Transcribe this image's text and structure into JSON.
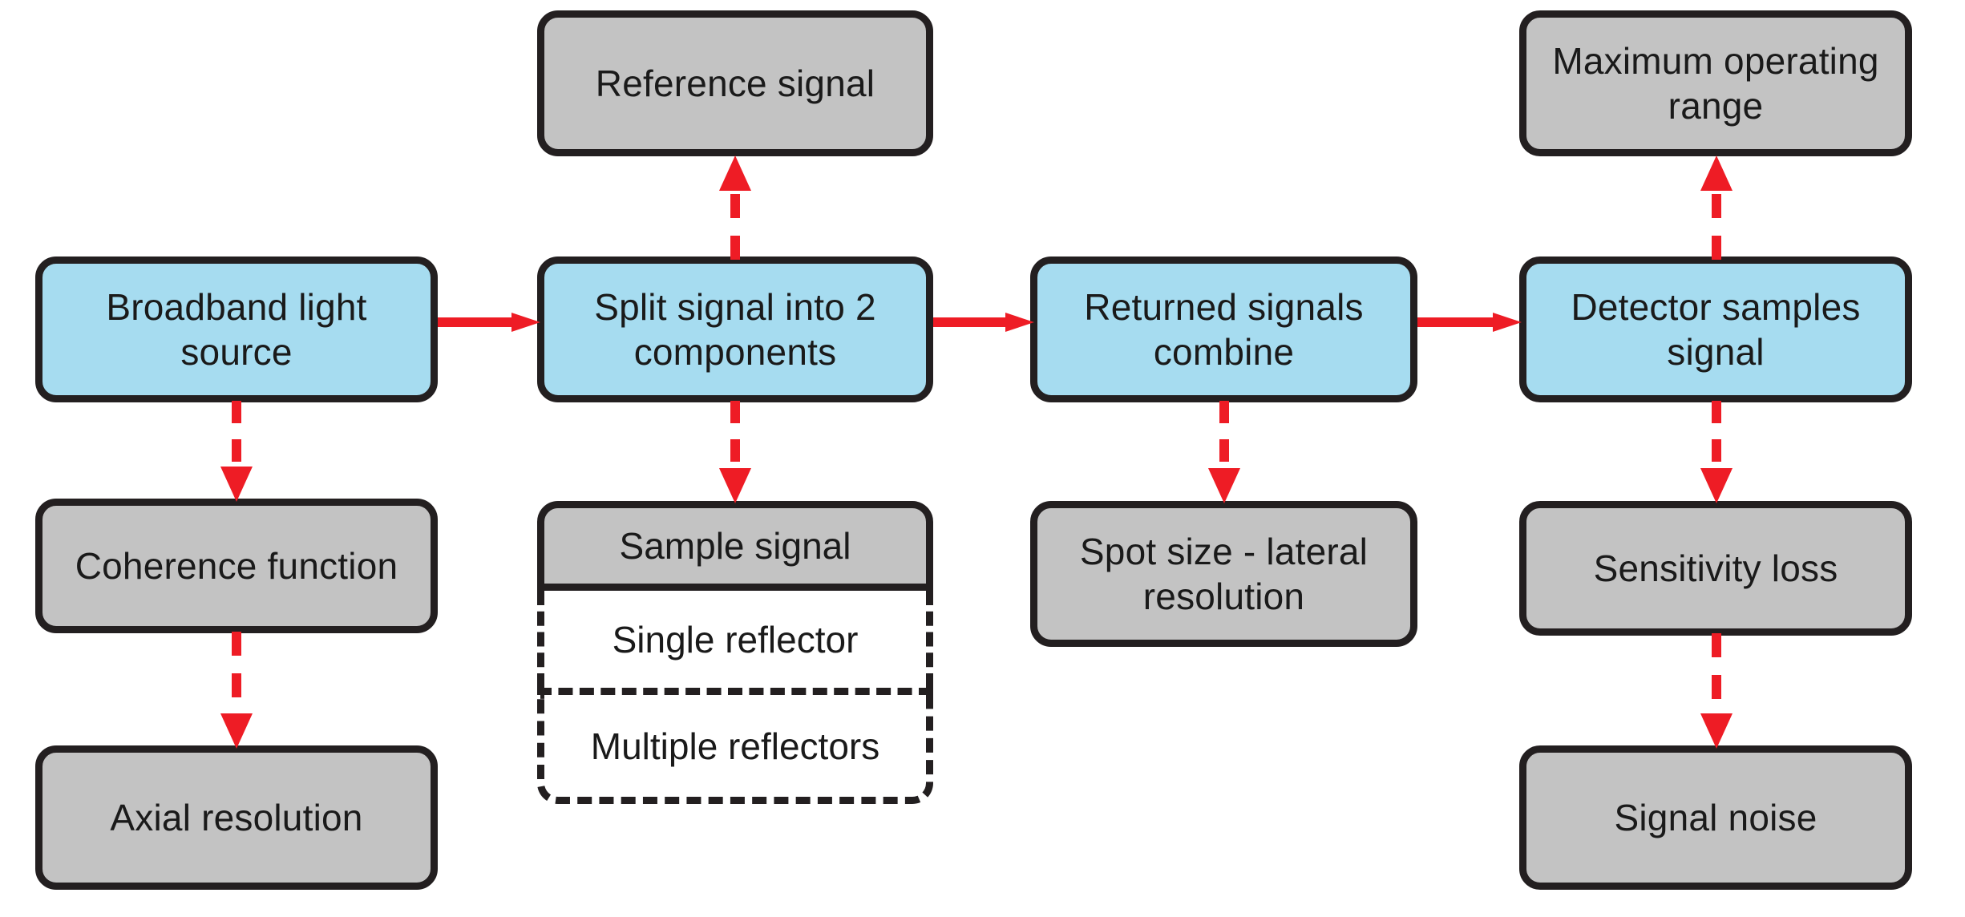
{
  "diagram": {
    "title": "OCT signal pathway flowchart",
    "colors": {
      "process_fill": "#A6DCF0",
      "property_fill": "#C3C3C3",
      "arrow": "#EE1C25",
      "border": "#231F20",
      "background": "#FFFFFF"
    },
    "nodes": {
      "broadband_light_source": "Broadband light source",
      "coherence_function": "Coherence function",
      "axial_resolution": "Axial resolution",
      "reference_signal": "Reference signal",
      "split_signal": "Split signal into 2 components",
      "sample_signal": "Sample signal",
      "single_reflector": "Single reflector",
      "multiple_reflectors": "Multiple reflectors",
      "returned_signals_combine": "Returned signals combine",
      "spot_size_lateral_resolution": "Spot size - lateral resolution",
      "maximum_operating_range": "Maximum operating range",
      "detector_samples_signal": "Detector samples signal",
      "sensitivity_loss": "Sensitivity loss",
      "signal_noise": "Signal noise"
    },
    "edges": [
      {
        "id": "e1",
        "from": "broadband_light_source",
        "to": "split_signal",
        "style": "solid",
        "direction": "right"
      },
      {
        "id": "e2",
        "from": "split_signal",
        "to": "returned_signals_combine",
        "style": "solid",
        "direction": "right"
      },
      {
        "id": "e3",
        "from": "returned_signals_combine",
        "to": "detector_samples_signal",
        "style": "solid",
        "direction": "right"
      },
      {
        "id": "e4",
        "from": "broadband_light_source",
        "to": "coherence_function",
        "style": "dashed",
        "direction": "down"
      },
      {
        "id": "e5",
        "from": "coherence_function",
        "to": "axial_resolution",
        "style": "dashed",
        "direction": "down"
      },
      {
        "id": "e6",
        "from": "split_signal",
        "to": "reference_signal",
        "style": "dashed",
        "direction": "up"
      },
      {
        "id": "e7",
        "from": "split_signal",
        "to": "sample_signal",
        "style": "dashed",
        "direction": "down"
      },
      {
        "id": "e8",
        "from": "returned_signals_combine",
        "to": "spot_size_lateral_resolution",
        "style": "dashed",
        "direction": "down"
      },
      {
        "id": "e9",
        "from": "detector_samples_signal",
        "to": "maximum_operating_range",
        "style": "dashed",
        "direction": "up"
      },
      {
        "id": "e10",
        "from": "detector_samples_signal",
        "to": "sensitivity_loss",
        "style": "dashed",
        "direction": "down"
      },
      {
        "id": "e11",
        "from": "sensitivity_loss",
        "to": "signal_noise",
        "style": "dashed",
        "direction": "down"
      }
    ]
  }
}
